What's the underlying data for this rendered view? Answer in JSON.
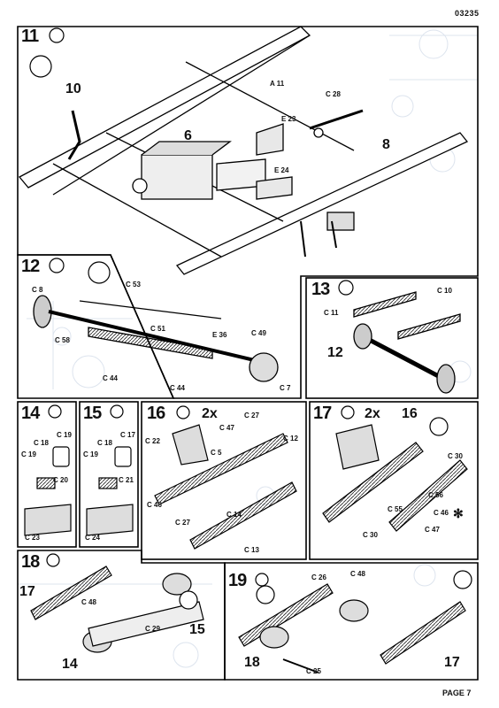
{
  "doc_code": "03235",
  "page_label": "PAGE 7",
  "steps": [
    {
      "num": "11"
    },
    {
      "num": "12"
    },
    {
      "num": "13"
    },
    {
      "num": "14"
    },
    {
      "num": "15"
    },
    {
      "num": "16",
      "mult": "2x"
    },
    {
      "num": "17",
      "mult": "2x"
    },
    {
      "num": "18"
    },
    {
      "num": "19"
    }
  ],
  "callouts": {
    "s11": {
      "a10": "10",
      "a6": "6",
      "a8": "8",
      "A11": "A 11",
      "C28": "C 28",
      "E23": "E 23",
      "E24": "E 24"
    },
    "s12": {
      "C53": "C 53",
      "C8": "C 8",
      "C58": "C 58",
      "C51": "C 51",
      "C44a": "C 44",
      "C44b": "C 44",
      "E36": "E 36",
      "C49": "C 49",
      "C7": "C 7"
    },
    "s13": {
      "C10": "C 10",
      "C11": "C 11",
      "a12": "12"
    },
    "s14": {
      "C18": "C 18",
      "C19a": "C 19",
      "C19b": "C 19",
      "C20": "C 20",
      "C23": "C 23"
    },
    "s15": {
      "C17": "C 17",
      "C18": "C 18",
      "C19": "C 19",
      "C21": "C 21",
      "C24": "C 24"
    },
    "s16": {
      "C27a": "C 27",
      "C47": "C 47",
      "C22": "C 22",
      "C5": "C 5",
      "C12": "C 12",
      "C46": "C 46",
      "C27b": "C 27",
      "C14": "C 14",
      "C13": "C 13"
    },
    "s17": {
      "a16": "16",
      "C30a": "C 30",
      "C56": "C 56",
      "C55": "C 55",
      "C46": "C 46",
      "C47": "C 47",
      "C30b": "C 30"
    },
    "s18": {
      "a17": "17",
      "C48": "C 48",
      "C29": "C 29",
      "a15": "15",
      "a14": "14"
    },
    "s19": {
      "C26": "C 26",
      "C48": "C 48",
      "a18": "18",
      "a17": "17",
      "C25": "C 25"
    }
  }
}
